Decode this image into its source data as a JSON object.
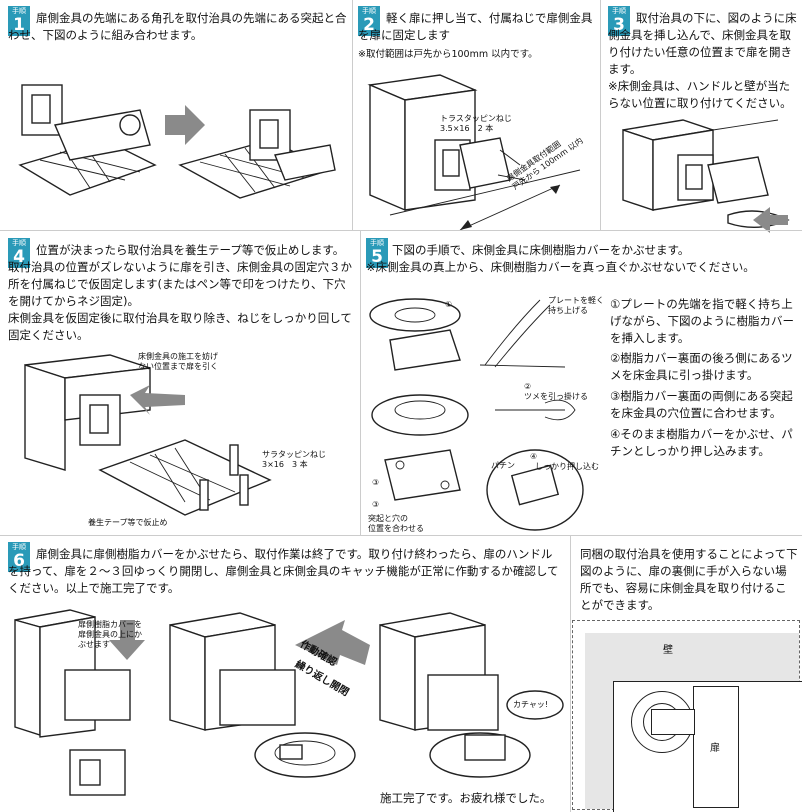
{
  "badge_small": "手順",
  "steps": {
    "s1": {
      "num": "1",
      "text": "扉側金具の先端にある角孔を取付治具の先端にある突起と合わせ、下図のように組み合わせます。"
    },
    "s2": {
      "num": "2",
      "text": "軽く扉に押し当て、付属ねじで扉側金具を扉に固定します",
      "note": "※取付範囲は戸先から100mm 以内です。",
      "label_screw": "トラスタッピンねじ\n3.5×16　2 本",
      "label_range": "扉側金具取付範囲\n戸先から 100mm 以内"
    },
    "s3": {
      "num": "3",
      "text": "取付治具の下に、図のように床側金具を挿し込んで、床側金具を取り付けたい任意の位置まで扉を開きます。\n※床側金具は、ハンドルと壁が当たらない位置に取り付けてください。"
    },
    "s4": {
      "num": "4",
      "text": "位置が決まったら取付治具を養生テープ等で仮止めします。取付治具の位置がズレないように扉を引き、床側金具の固定穴３か所を付属ねじで仮固定します(またはペン等で印をつけたり、下穴を開けてからネジ固定)。\n床側金具を仮固定後に取付治具を取り除き、ねじをしっかり回して固定ください。",
      "label_pull": "床側金具の施工を妨げ\nない位置まで扉を引く",
      "label_screw": "サラタッピンねじ\n3×16　3 本",
      "label_tape": "養生テープ等で仮止め"
    },
    "s5": {
      "num": "5",
      "text": "下図の手順で、床側金具に床側樹脂カバーをかぶせます。\n※床側金具の真上から、床側樹脂カバーを真っ直ぐかぶせないでください。",
      "items": [
        "①プレートの先端を指で軽く持ち上げながら、下図のように樹脂カバーを挿入します。",
        "②樹脂カバー裏面の後ろ側にあるツメを床金具に引っ掛けます。",
        "③樹脂カバー裏面の両側にある突起を床金具の穴位置に合わせます。",
        "④そのまま樹脂カバーをかぶせ、パチンとしっかり押し込みます。"
      ],
      "label_lift": "プレートを軽く\n持ち上げる",
      "label_hook": "ツメを引っ掛ける",
      "label_push": "しっかり押し込む",
      "label_align": "突起と穴の\n位置を合わせる",
      "label_click": "パチン",
      "c1": "①",
      "c2": "②",
      "c3": "③",
      "c3b": "③",
      "c4": "④"
    },
    "s6": {
      "num": "6",
      "text": "扉側金具に扉側樹脂カバーをかぶせたら、取付作業は終了です。取り付け終わったら、扉のハンドルを持って、扉を２～３回ゆっくり開閉し、扉側金具と床側金具のキャッチ機能が正常に作動するか確認してください。以上で施工完了です。",
      "label_cover": "扉側樹脂カバーを\n扉側金具の上にか\nぶせます",
      "label_check": "作動確認",
      "label_repeat": "繰り返し開閉",
      "label_catch": "カチャッ!",
      "done": "施工完了です。お疲れ様でした。"
    }
  },
  "side": {
    "text": "同梱の取付治具を使用することによって下図のように、扉の裏側に手が入らない場所でも、容易に床側金具を取り付けることができます。",
    "wall": "壁",
    "door": "扉"
  }
}
